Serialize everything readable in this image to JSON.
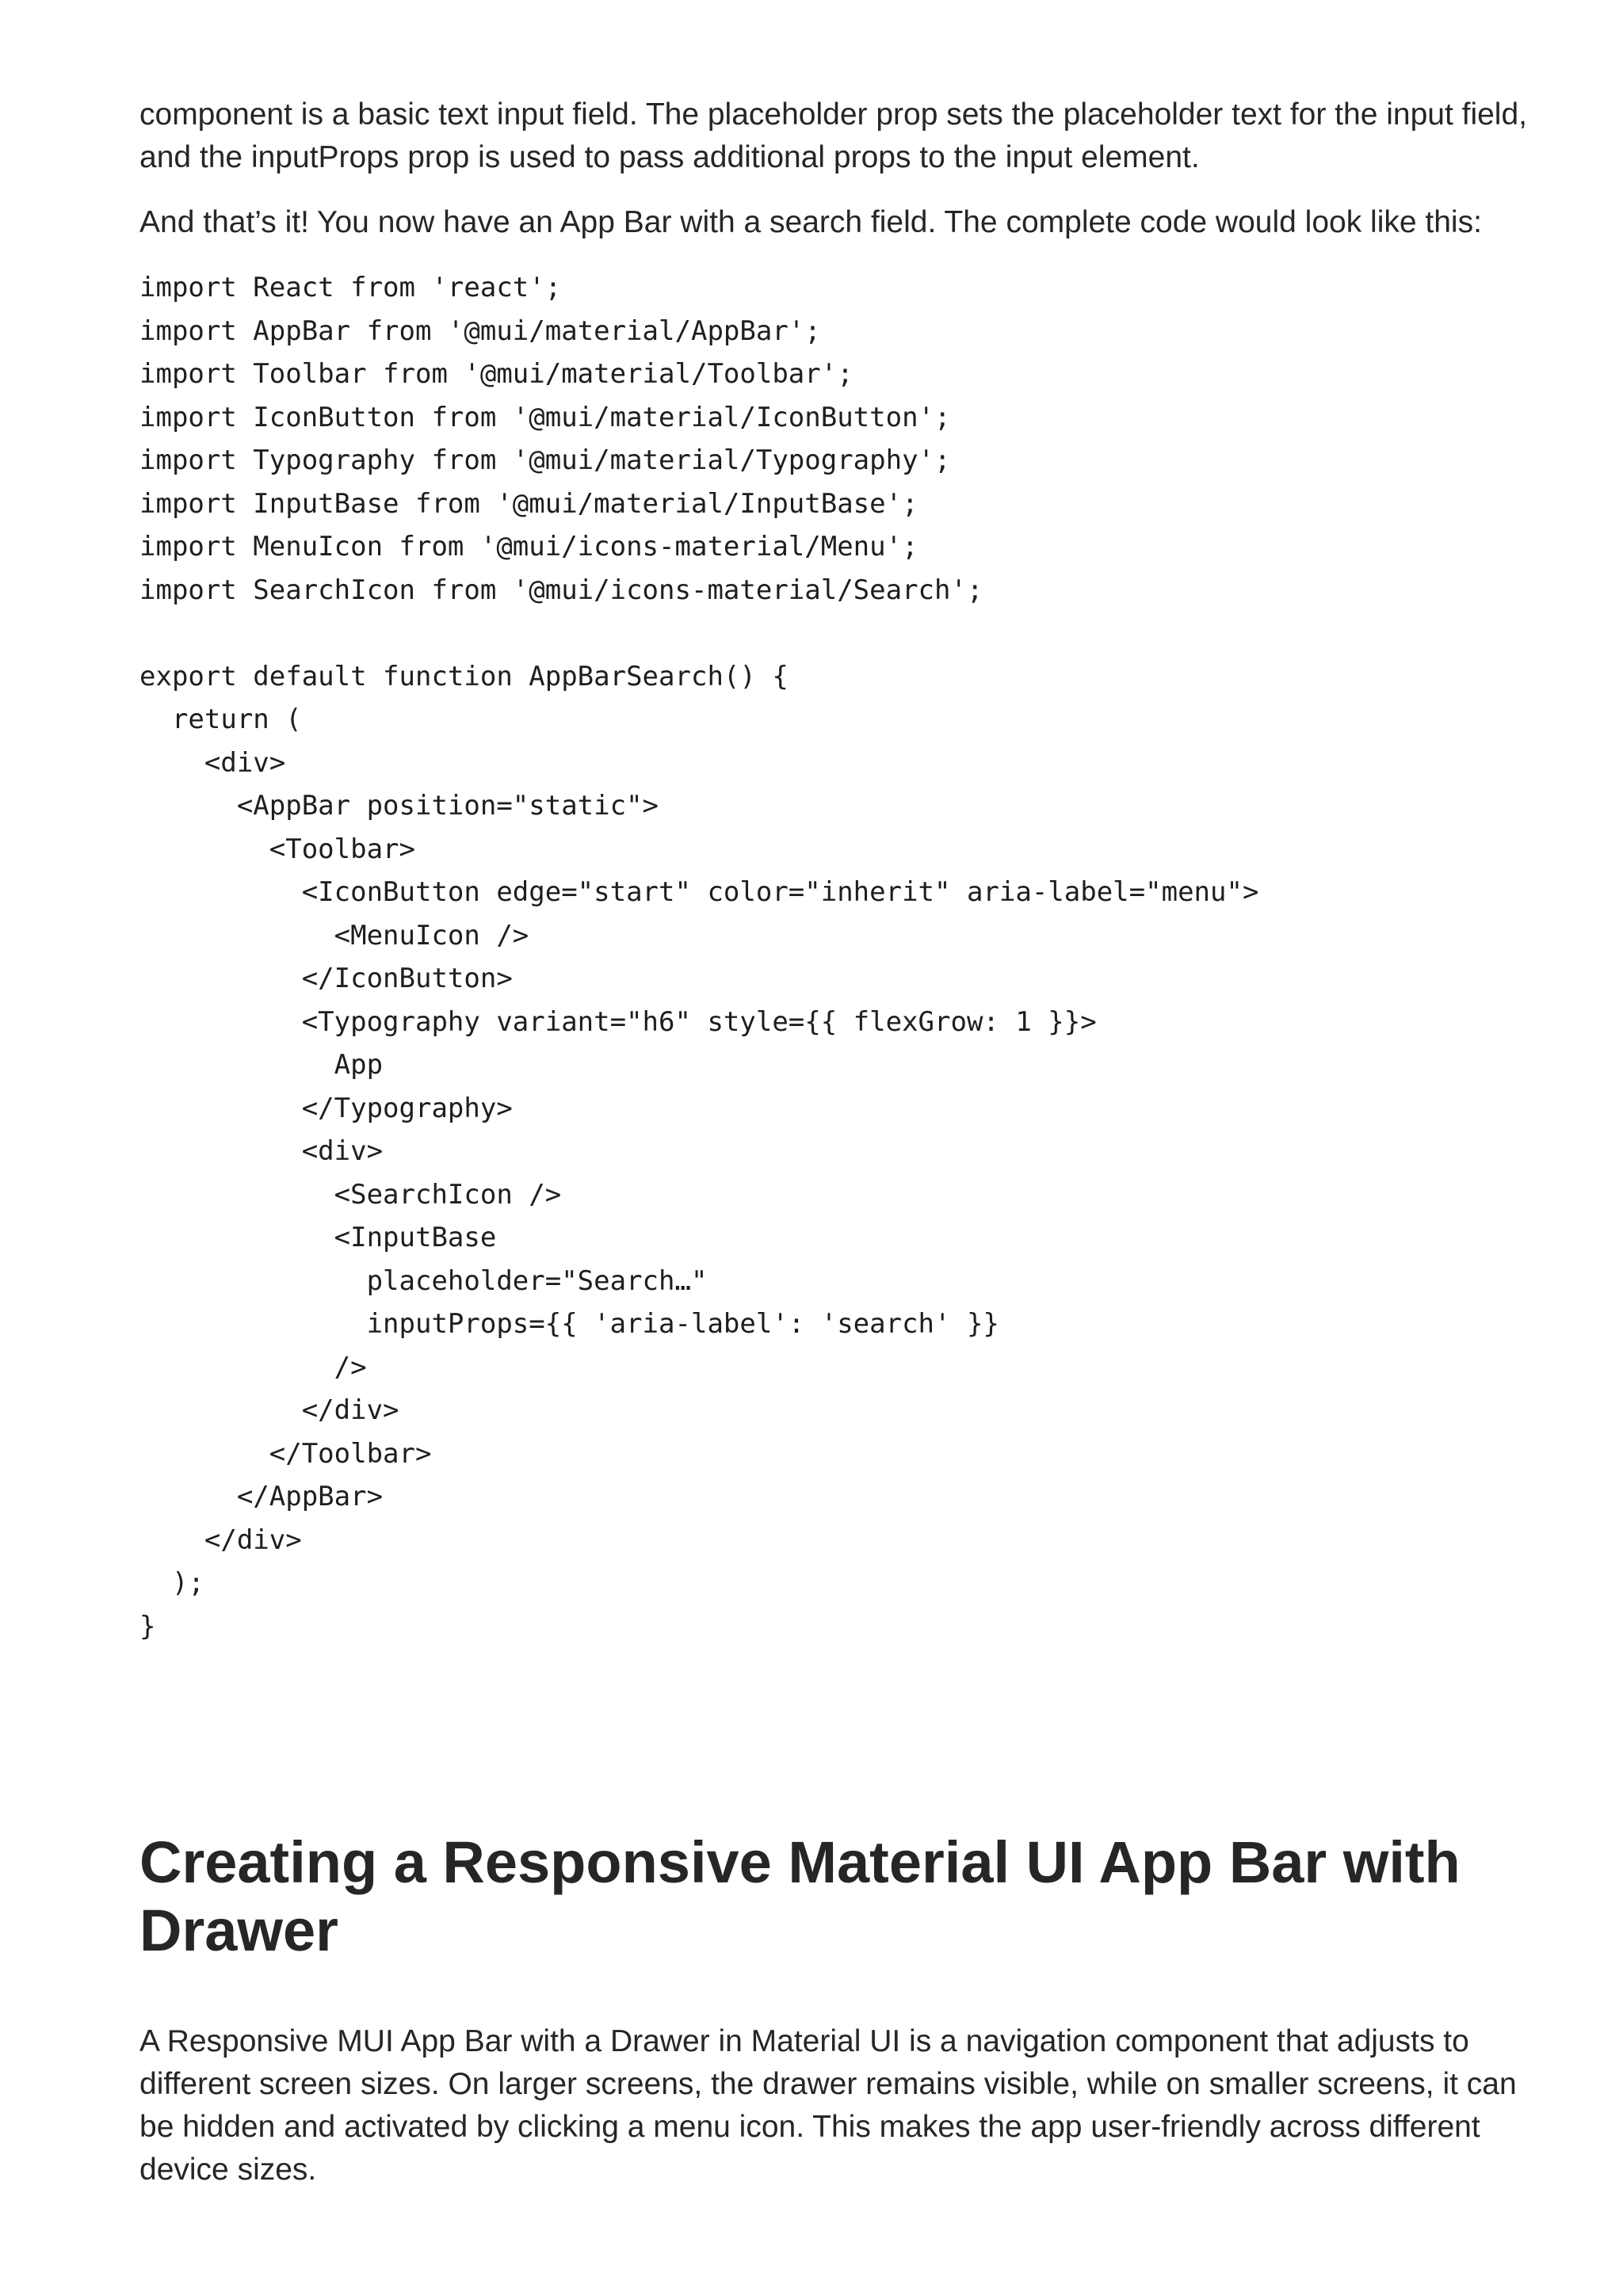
{
  "paragraphs": {
    "intro_continuation": "component is a basic text input field. The placeholder prop sets the placeholder text for the input field, and the inputProps prop is used to pass additional props to the input element.",
    "complete_code_intro": "And that’s it! You now have an App Bar with a search field. The complete code would look like this:"
  },
  "code": {
    "lines": [
      "import React from 'react';",
      "import AppBar from '@mui/material/AppBar';",
      "import Toolbar from '@mui/material/Toolbar';",
      "import IconButton from '@mui/material/IconButton';",
      "import Typography from '@mui/material/Typography';",
      "import InputBase from '@mui/material/InputBase';",
      "import MenuIcon from '@mui/icons-material/Menu';",
      "import SearchIcon from '@mui/icons-material/Search';",
      "",
      "export default function AppBarSearch() {",
      "  return (",
      "    <div>",
      "      <AppBar position=\"static\">",
      "        <Toolbar>",
      "          <IconButton edge=\"start\" color=\"inherit\" aria-label=\"menu\">",
      "            <MenuIcon />",
      "          </IconButton>",
      "          <Typography variant=\"h6\" style={{ flexGrow: 1 }}>",
      "            App",
      "          </Typography>",
      "          <div>",
      "            <SearchIcon />",
      "            <InputBase",
      "              placeholder=\"Search…\"",
      "              inputProps={{ 'aria-label': 'search' }}",
      "            />",
      "          </div>",
      "        </Toolbar>",
      "      </AppBar>",
      "    </div>",
      "  );",
      "}"
    ]
  },
  "section": {
    "heading": "Creating a Responsive Material UI App Bar with Drawer",
    "body": "A Responsive MUI App Bar with a Drawer in Material UI is a navigation component that adjusts to different screen sizes. On larger screens, the drawer remains visible, while on smaller screens, it can be hidden and activated by clicking a menu icon. This makes the app user-friendly across different device sizes."
  }
}
